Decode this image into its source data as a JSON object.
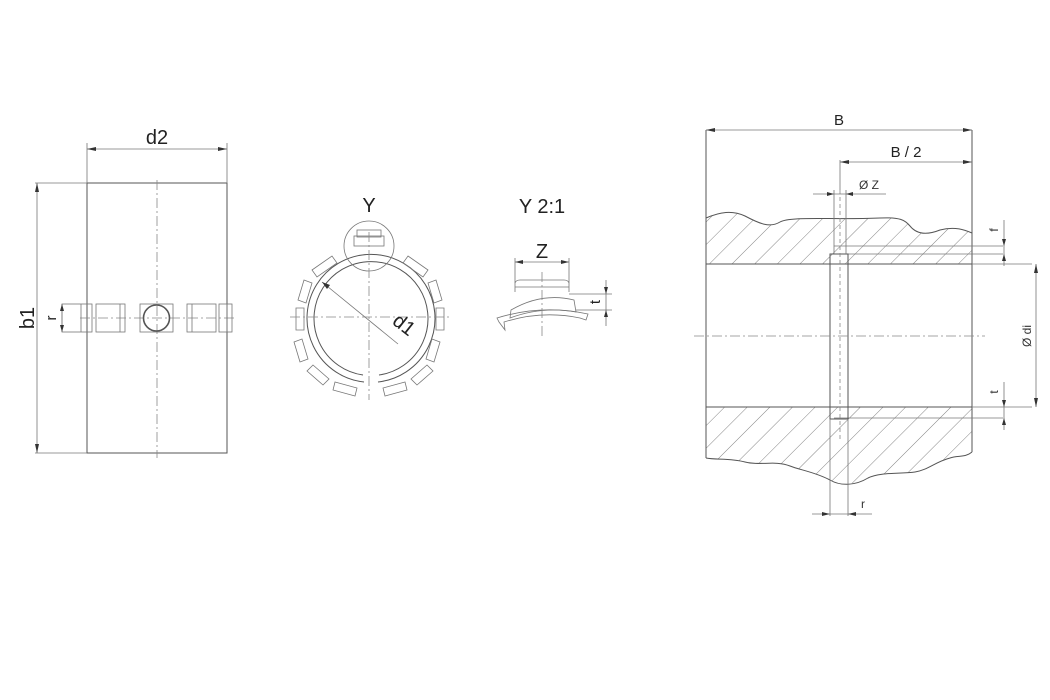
{
  "drawing": {
    "views": {
      "side_view": {
        "dims": {
          "width": "d2",
          "height": "b1",
          "slot": "r"
        }
      },
      "front_view": {
        "detail_marker": "Y",
        "dims": {
          "diameter": "d1"
        }
      },
      "detail_view": {
        "title": "Y 2:1",
        "dims": {
          "width": "Z",
          "depth": "t"
        }
      },
      "section_view": {
        "dims": {
          "total_width": "B",
          "half_width": "B / 2",
          "hole_diameter": "Ø Z",
          "top_depth": "f",
          "inner_diameter": "Ø di",
          "bottom_depth": "t",
          "pin_width": "r"
        }
      }
    },
    "colors": {
      "line": "#555555",
      "background": "#ffffff"
    }
  }
}
